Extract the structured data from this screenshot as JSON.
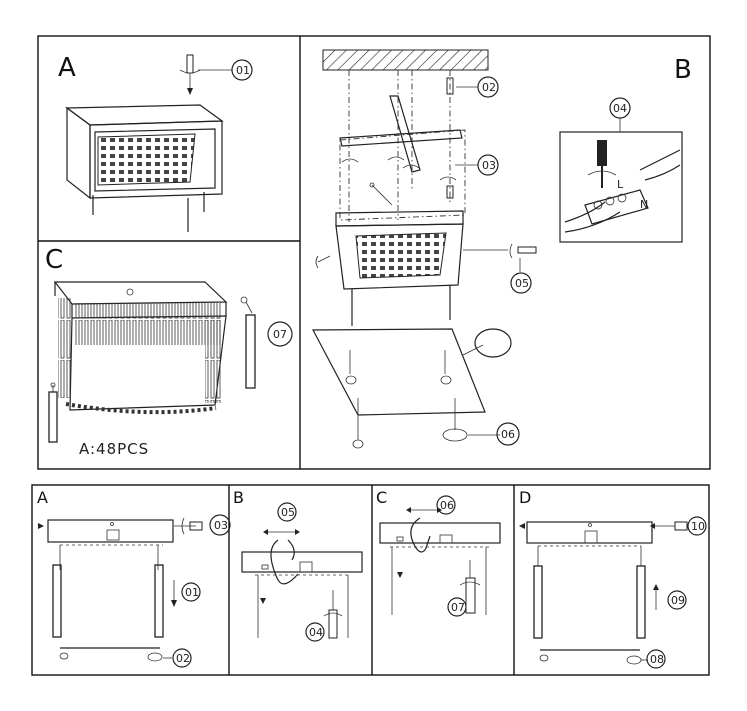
{
  "panels": {
    "top_a": "A",
    "top_b": "B",
    "top_c": "C",
    "step_a": "A",
    "step_b": "B",
    "step_c": "C",
    "step_d": "D"
  },
  "callouts": {
    "c01": "01",
    "c02": "02",
    "c03": "03",
    "c04": "04",
    "c05": "05",
    "c06": "06",
    "c07": "07",
    "s_a_03": "03",
    "s_a_01": "01",
    "s_a_02": "02",
    "s_b_05": "05",
    "s_b_04": "04",
    "s_c_06": "06",
    "s_c_07": "07",
    "s_d_10": "10",
    "s_d_09": "09",
    "s_d_08": "08"
  },
  "quantity_label": "A:48PCS",
  "terminal_labels": {
    "l": "L",
    "n": "N"
  }
}
